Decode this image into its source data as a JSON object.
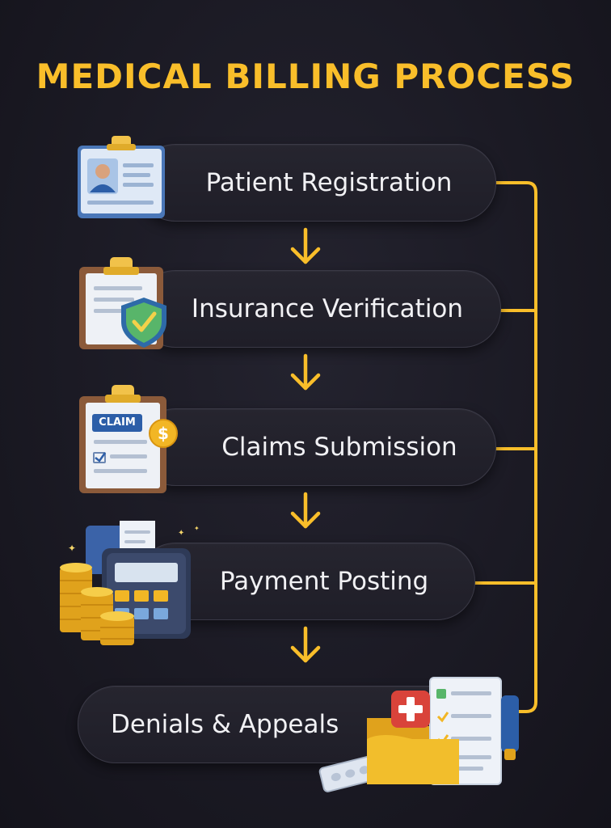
{
  "title": "MEDICAL BILLING PROCESS",
  "steps": [
    {
      "label": "Patient Registration",
      "icon": "patient-id-card-icon"
    },
    {
      "label": "Insurance Verification",
      "icon": "clipboard-shield-check-icon"
    },
    {
      "label": "Claims Submission",
      "icon": "claim-clipboard-dollar-icon"
    },
    {
      "label": "Payment Posting",
      "icon": "calculator-coins-receipt-icon"
    },
    {
      "label": "Denials & Appeals",
      "icon": "folder-documents-medical-icon"
    }
  ],
  "claim_tag": "CLAIM",
  "dollar_sign": "$",
  "colors": {
    "accent": "#f9be2a",
    "background": "#1b1a24",
    "pill_border": "#3a3946",
    "text": "#f1f1f4"
  }
}
